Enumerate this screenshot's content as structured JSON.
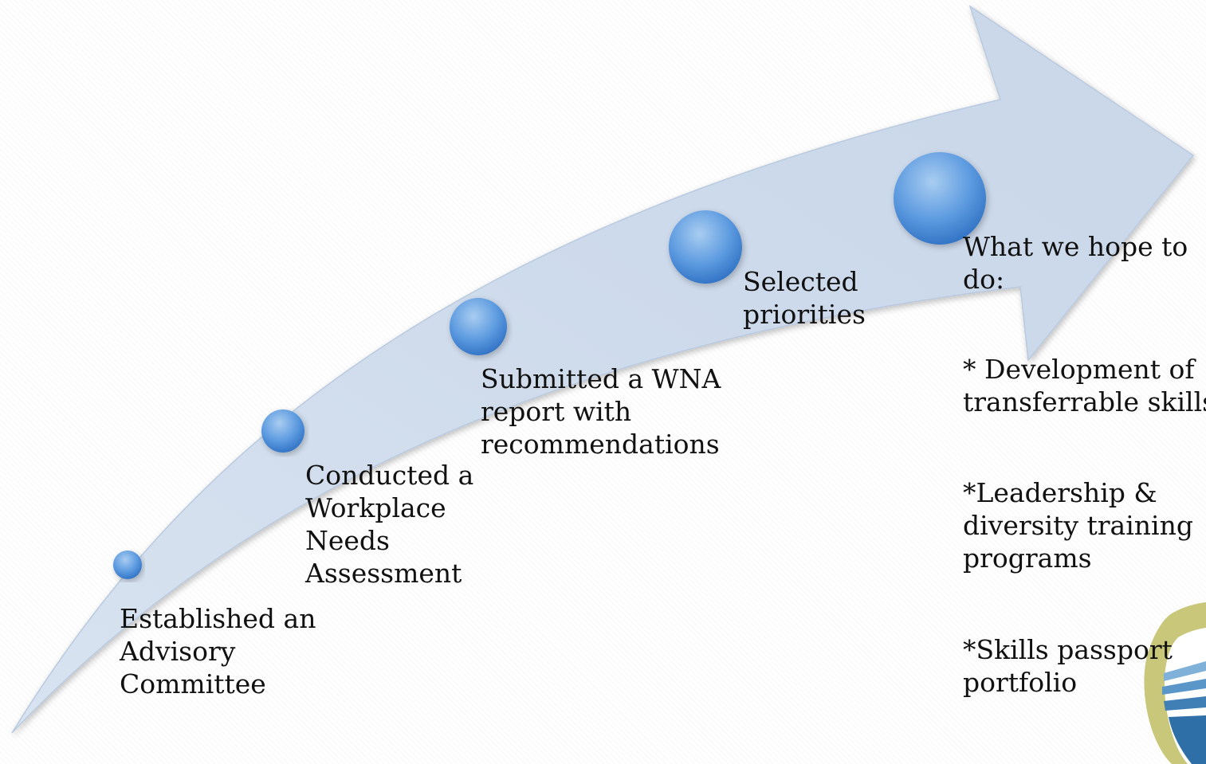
{
  "diagram": {
    "colors": {
      "arrow_fill": "#cfdcec",
      "arrow_edge": "#b4c6de",
      "circle_light": "#a9cdf1",
      "circle_mid": "#5d9be0",
      "circle_dark": "#2a6cc0",
      "text": "#111111",
      "logo_ring": "#c8c77a",
      "logo_blue": "#2f6fa8"
    },
    "steps": [
      {
        "id": "step-1",
        "label_lines": [
          "Established an",
          "Advisory",
          "Committee"
        ]
      },
      {
        "id": "step-2",
        "label_lines": [
          "Conducted a",
          "Workplace",
          "Needs",
          "Assessment"
        ]
      },
      {
        "id": "step-3",
        "label_lines": [
          "Submitted a WNA",
          "report with",
          "recommendations"
        ]
      },
      {
        "id": "step-4",
        "label_lines": [
          "Selected",
          "priorities"
        ]
      },
      {
        "id": "step-5",
        "label_lines": [
          "What we hope to",
          "do:"
        ]
      }
    ],
    "goals": [
      {
        "id": "goal-1",
        "lines": [
          "* Development of",
          "transferrable skills"
        ]
      },
      {
        "id": "goal-2",
        "lines": [
          "*Leadership &",
          "diversity training",
          "programs"
        ]
      },
      {
        "id": "goal-3",
        "lines": [
          "*Skills passport",
          "portfolio"
        ]
      }
    ],
    "logo_icon": "organization-logo-icon"
  }
}
